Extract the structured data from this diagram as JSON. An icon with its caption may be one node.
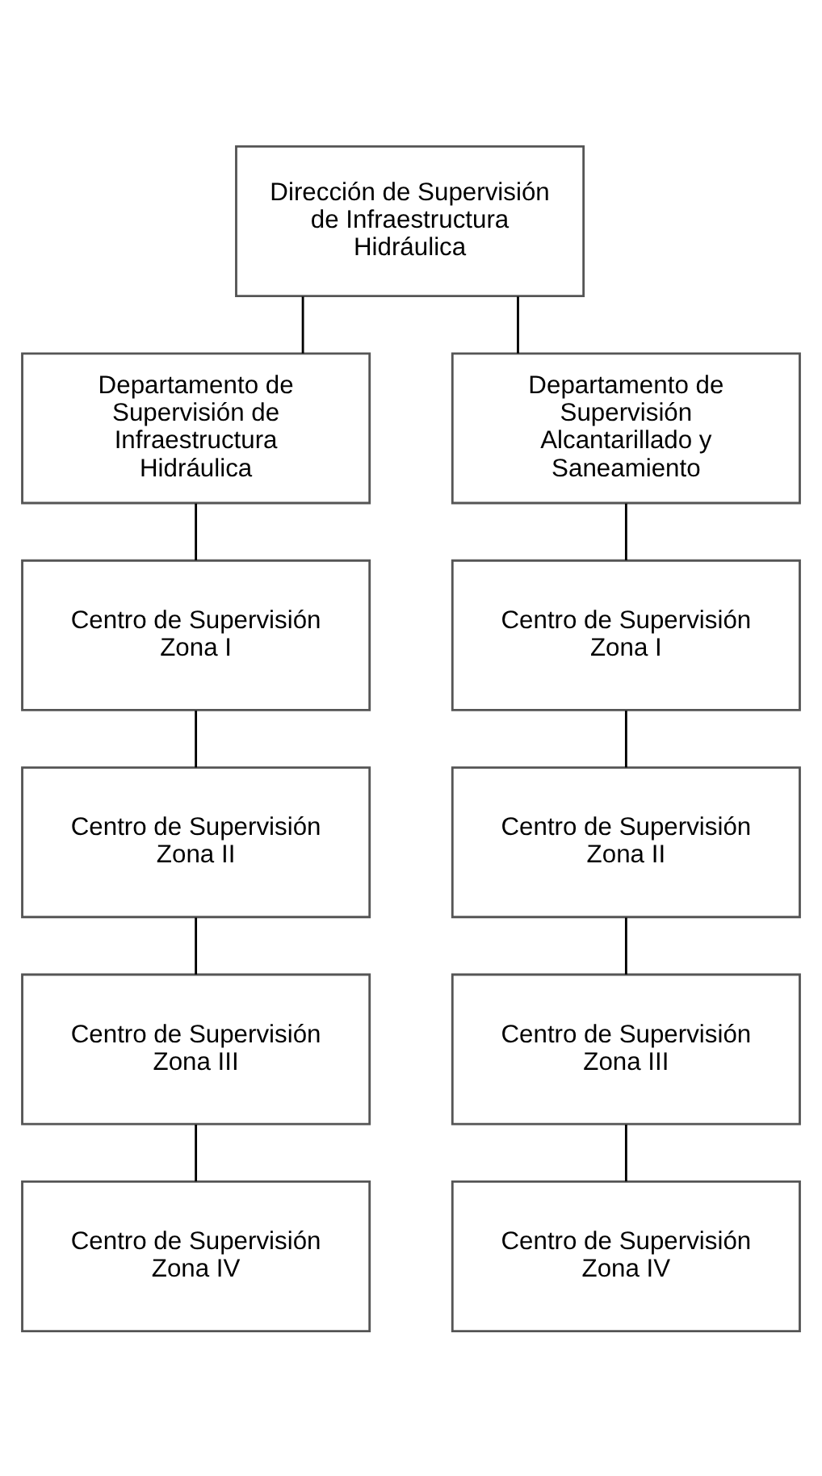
{
  "diagram": {
    "nodes": [
      {
        "text": [
          "Dirección de Supervisión de Infraestructura Hidráulica"
        ]
      },
      {
        "text": [
          "Departamento de Supervisión de Infraestructura Hidráulica"
        ]
      },
      {
        "text": [
          "Departamento de Supervisión Alcantarillado y Saneamiento"
        ]
      },
      {
        "text": [
          "Centro de Supervisión Zona I"
        ]
      },
      {
        "text": [
          "Centro de Supervisión Zona I"
        ]
      },
      {
        "text": [
          "Centro de Supervisión Zona II"
        ]
      },
      {
        "text": [
          "Centro de Supervisión Zona II"
        ]
      },
      {
        "text": [
          "Centro de Supervisión Zona III"
        ]
      },
      {
        "text": [
          "Centro de Supervisión Zona III"
        ]
      },
      {
        "text": [
          "Centro de Supervisión Zona IV"
        ]
      },
      {
        "text": [
          "Centro de Supervisión Zona IV"
        ]
      }
    ],
    "edges": [
      {
        "from": 0,
        "to": 1,
        "arrow": "none"
      },
      {
        "from": 0,
        "to": 2,
        "arrow": "none"
      },
      {
        "from": 1,
        "to": 3,
        "arrow": "none"
      },
      {
        "from": 3,
        "to": 5,
        "arrow": "none"
      },
      {
        "from": 5,
        "to": 7,
        "arrow": "none"
      },
      {
        "from": 7,
        "to": 9,
        "arrow": "none"
      },
      {
        "from": 2,
        "to": 4,
        "arrow": "none"
      },
      {
        "from": 4,
        "to": 6,
        "arrow": "none"
      },
      {
        "from": 6,
        "to": 8,
        "arrow": "none"
      },
      {
        "from": 8,
        "to": 10,
        "arrow": "none"
      }
    ]
  }
}
